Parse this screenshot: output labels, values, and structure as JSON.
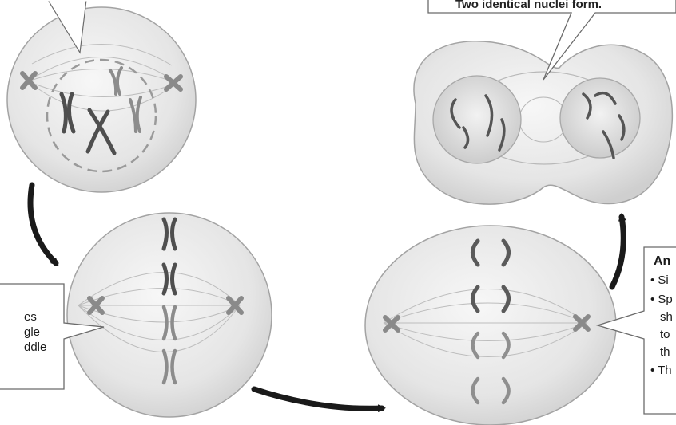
{
  "callouts": {
    "telophase_text": "Two identical nuclei form.",
    "metaphase_lines": [
      "es",
      "gle",
      "ddle"
    ],
    "anaphase_title": "An",
    "anaphase_bullets": [
      "• Si",
      "• Sp",
      "sh",
      "to",
      "th",
      "• Th"
    ]
  },
  "colors": {
    "cell_fill": "#e6e6e6",
    "cell_edge": "#9e9e9e",
    "chromosome": "#555555",
    "centriole": "#8a8a8a",
    "arrow": "#1a1a1a",
    "callout_border": "#6b6b6b"
  }
}
